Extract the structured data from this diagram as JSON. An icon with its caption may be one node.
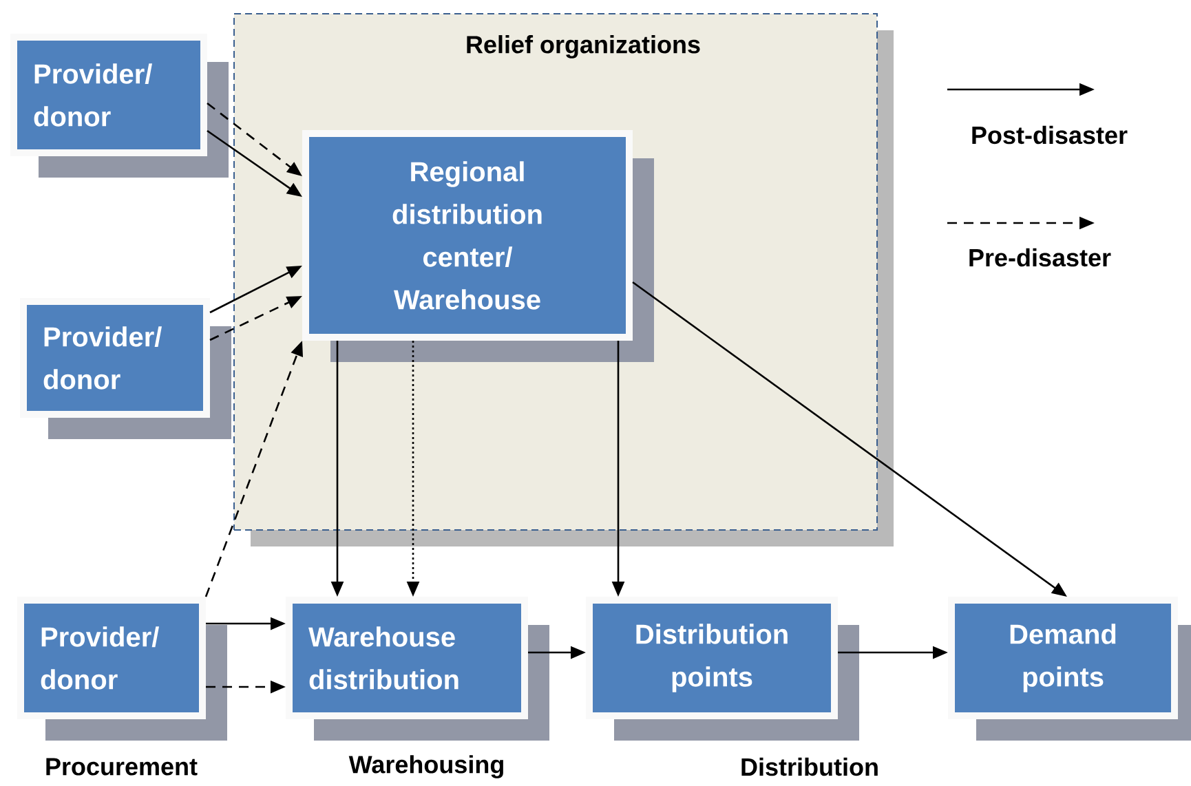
{
  "diagram": {
    "nodes": [
      {
        "text": [
          "Relief organizations"
        ]
      },
      {
        "text": [
          "Provider/ donor"
        ]
      },
      {
        "text": [
          "Regional distribution center/ Warehouse"
        ],
        "in": 0
      },
      {
        "text": [
          "Provider/ donor"
        ]
      },
      {
        "text": [
          "Provider/ donor"
        ]
      },
      {
        "text": [
          "Warehouse distribution"
        ]
      },
      {
        "text": [
          "Distribution points"
        ]
      },
      {
        "text": [
          "Demand points"
        ]
      }
    ],
    "edges": [
      {
        "from": 1,
        "to": 2,
        "arrow": "to",
        "style": "dashed"
      },
      {
        "from": 1,
        "to": 2,
        "arrow": "to"
      },
      {
        "from": 3,
        "to": 2,
        "arrow": "to"
      },
      {
        "from": 3,
        "to": 2,
        "arrow": "to",
        "style": "dashed"
      },
      {
        "from": 4,
        "to": 2,
        "arrow": "to",
        "style": "dashed"
      },
      {
        "from": 4,
        "to": 5,
        "arrow": "to"
      },
      {
        "from": 4,
        "to": 5,
        "arrow": "to",
        "style": "dashed"
      },
      {
        "from": 2,
        "to": 5,
        "arrow": "to"
      },
      {
        "from": 2,
        "to": 5,
        "arrow": "to",
        "style": "dashed"
      },
      {
        "from": 2,
        "to": 6,
        "arrow": "to"
      },
      {
        "from": 2,
        "to": 7,
        "arrow": "to"
      },
      {
        "from": 5,
        "to": 6,
        "arrow": "to"
      },
      {
        "from": 6,
        "to": 7,
        "arrow": "to"
      }
    ],
    "labels": [
      "Procurement",
      "Warehousing",
      "Distribution"
    ],
    "legend": [
      {
        "text": "Post-disaster"
      },
      {
        "text": "Pre-disaster"
      }
    ]
  }
}
